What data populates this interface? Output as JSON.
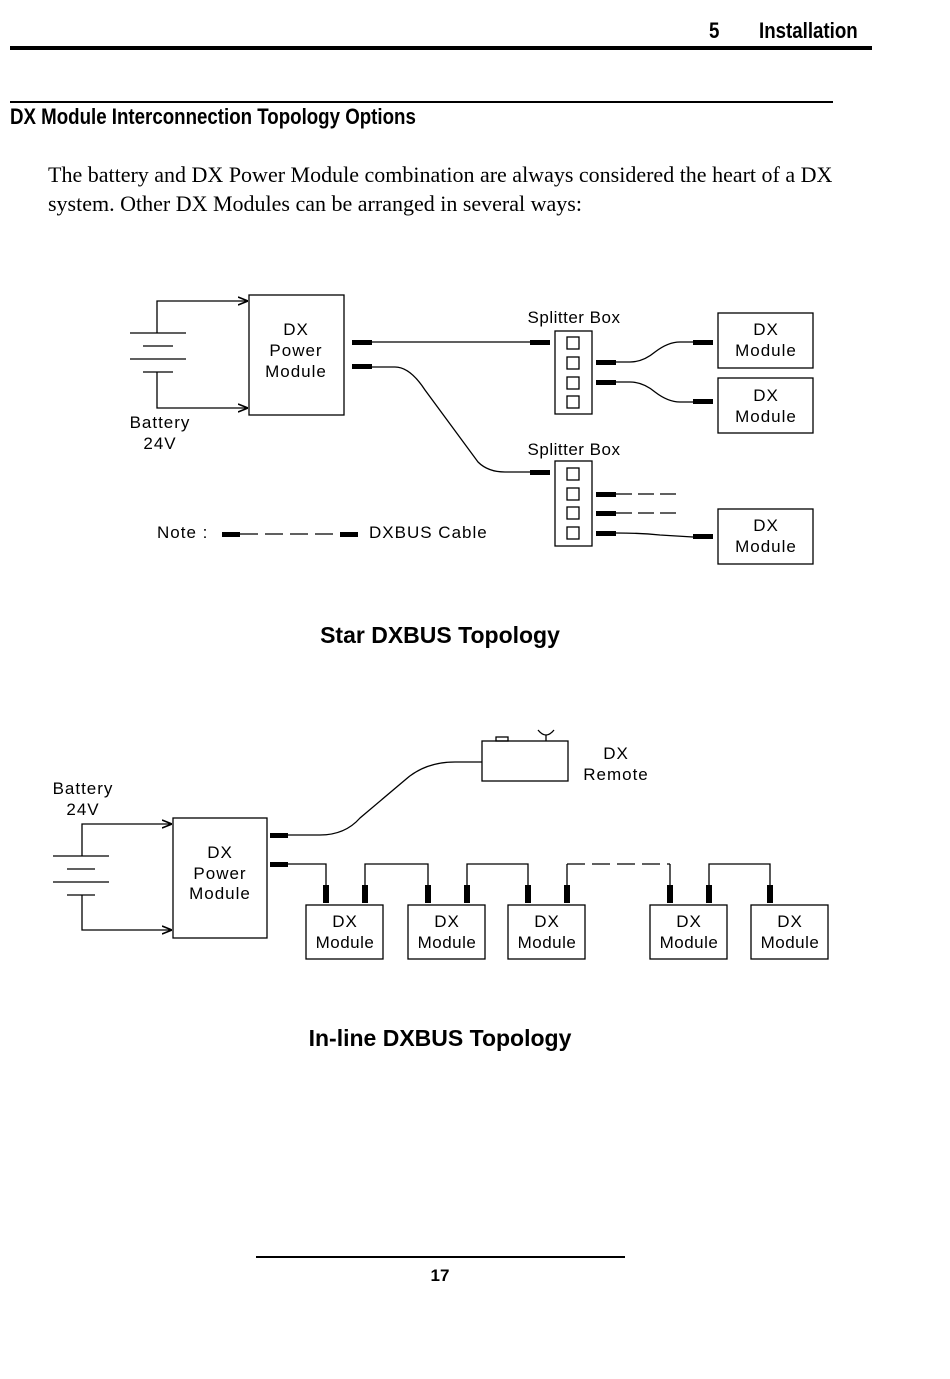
{
  "header": {
    "chapter_number": "5",
    "chapter_title": "Installation"
  },
  "section": {
    "title": "DX Module Interconnection Topology Options"
  },
  "intro": "The battery and DX Power Module combination are always considered the heart of a DX system. Other DX Modules can be arranged in several ways:",
  "star": {
    "caption": "Star DXBUS Topology",
    "battery_label": [
      "Battery",
      "24V"
    ],
    "power_module": [
      "DX",
      "Power",
      "Module"
    ],
    "splitter_label": "Splitter Box",
    "module_label": [
      "DX",
      "Module"
    ],
    "note_label": "Note :",
    "cable_label": "DXBUS Cable"
  },
  "inline": {
    "caption": "In-line DXBUS Topology",
    "battery_label": [
      "Battery",
      "24V"
    ],
    "power_module": [
      "DX",
      "Power",
      "Module"
    ],
    "remote_label": [
      "DX",
      "Remote"
    ],
    "module_label": [
      "DX",
      "Module"
    ]
  },
  "footer": {
    "page_number": "17"
  }
}
